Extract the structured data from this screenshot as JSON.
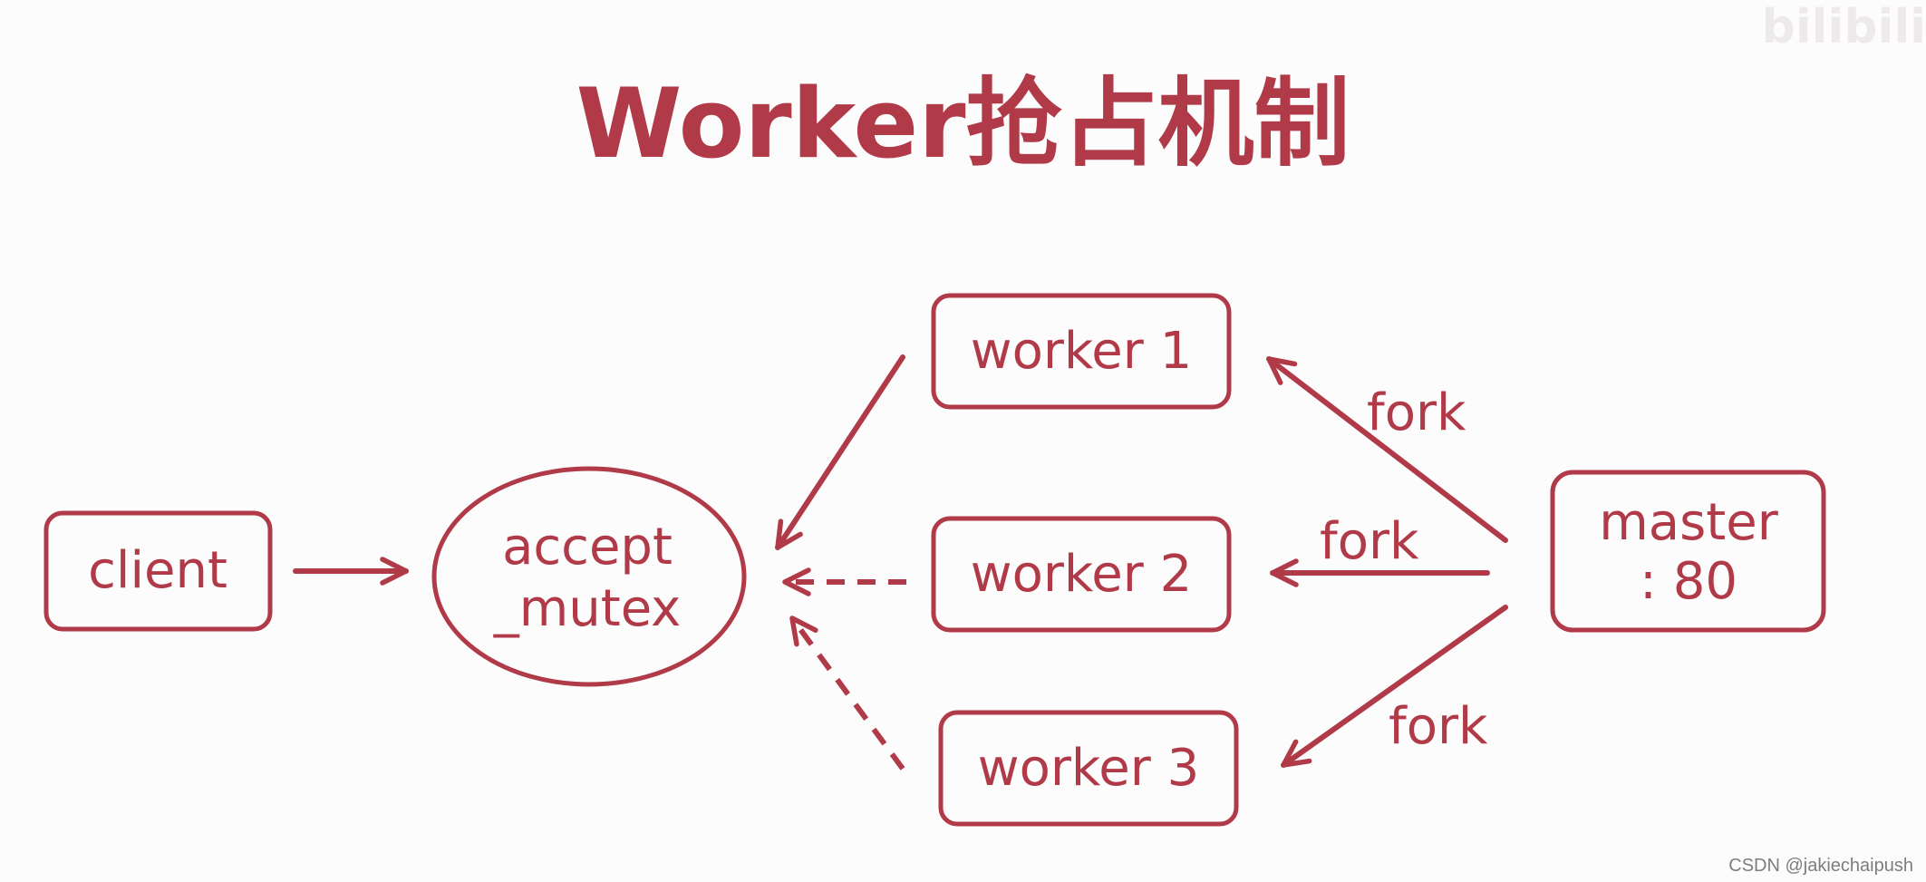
{
  "title": "Worker抢占机制",
  "watermark": "bilibili",
  "credit": "CSDN @jakiechaipush",
  "colors": {
    "accent": "#b03a48",
    "background": "#fdfcfd"
  },
  "nodes": {
    "client": "client",
    "accept_mutex_line1": "accept",
    "accept_mutex_line2": "_mutex",
    "worker1": "worker 1",
    "worker2": "worker 2",
    "worker3": "worker 3",
    "master_line1": "master",
    "master_line2": ": 80"
  },
  "edges": {
    "fork_worker1": "fork",
    "fork_worker2": "fork",
    "fork_worker3": "fork"
  }
}
